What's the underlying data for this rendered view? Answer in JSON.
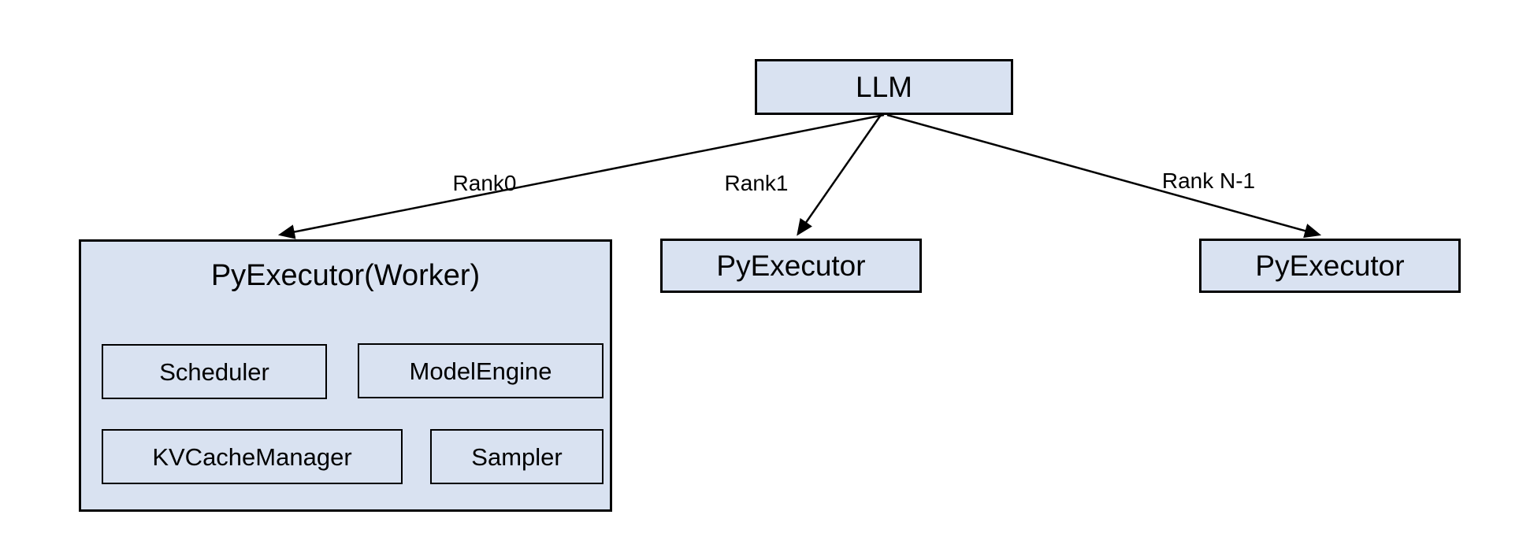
{
  "diagram": {
    "colors": {
      "background": "#ffffff",
      "node_fill": "#d9e2f1",
      "node_border": "#000000",
      "arrow": "#000000",
      "text": "#000000"
    },
    "nodes": {
      "llm": {
        "label": "LLM"
      },
      "worker": {
        "label": "PyExecutor(Worker)",
        "children": [
          {
            "label": "Scheduler"
          },
          {
            "label": "ModelEngine"
          },
          {
            "label": "KVCacheManager"
          },
          {
            "label": "Sampler"
          }
        ]
      },
      "executor_rank1": {
        "label": "PyExecutor"
      },
      "executor_rank_n": {
        "label": "PyExecutor"
      }
    },
    "edges": [
      {
        "label": "Rank0",
        "from": "llm",
        "to": "worker"
      },
      {
        "label": "Rank1",
        "from": "llm",
        "to": "executor_rank1"
      },
      {
        "label": "Rank N-1",
        "from": "llm",
        "to": "executor_rank_n"
      }
    ]
  }
}
